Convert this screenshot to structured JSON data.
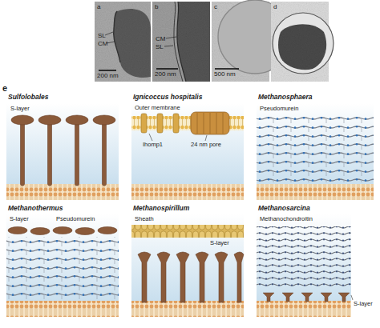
{
  "diagram": {
    "labels": [
      "a",
      "SL",
      "CM",
      "200 nm",
      "b",
      "CM",
      "SL",
      "200 nm",
      "c",
      "500 nm",
      "d",
      "e",
      "Sulfolobales",
      "S-layer",
      "Ignicoccus hospitalis",
      "Outer membrane",
      "Ihomp1",
      "24 nm pore",
      "Methanosphaera",
      "Pseudomurein",
      "Methanothermus",
      "S-layer",
      "Pseudomurein",
      "Methanospirillum",
      "Sheath",
      "S-layer",
      "Methanosarcina",
      "Methanochondroitin",
      "S-layer"
    ]
  }
}
